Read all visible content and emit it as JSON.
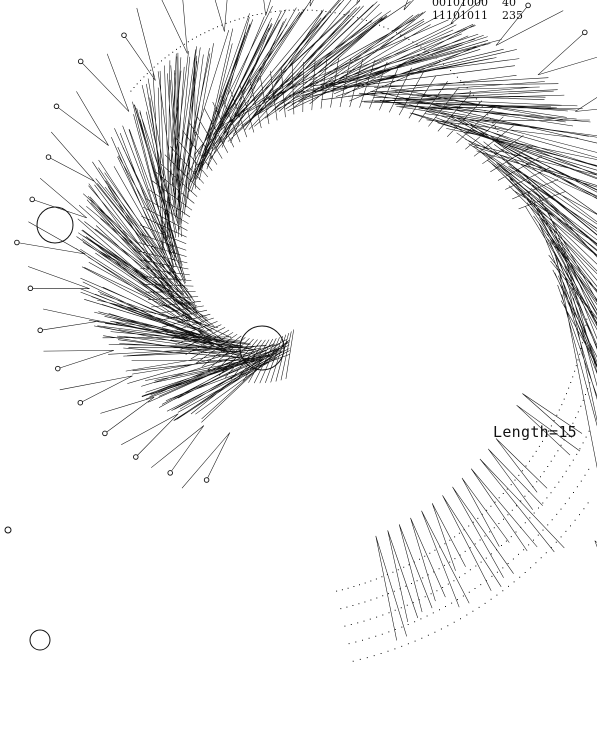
{
  "code_table": {
    "rows": [
      {
        "bits": "00101000",
        "value": "40"
      },
      {
        "bits": "11101011",
        "value": "235"
      }
    ]
  },
  "length_label": "Length=15",
  "colors": {
    "ink": "#111111",
    "background": "#ffffff"
  }
}
